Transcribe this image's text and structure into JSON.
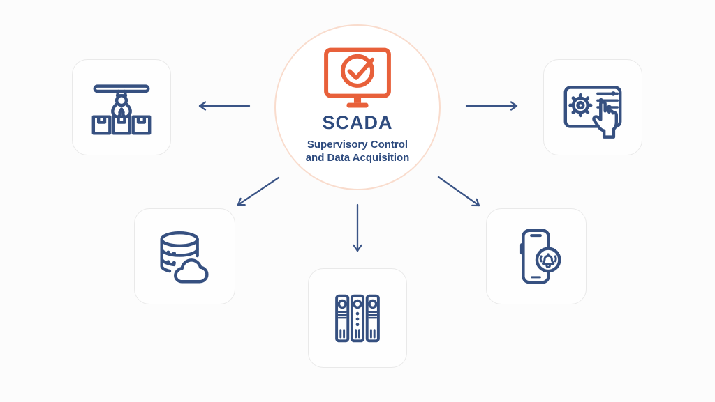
{
  "center": {
    "title": "SCADA",
    "subtitle_line1": "Supervisory Control",
    "subtitle_line2": "and Data Acquisition",
    "icon": "monitor-checkmark-icon"
  },
  "nodes": [
    {
      "id": "robotic-handling",
      "icon": "robotic-gripper-boxes-icon",
      "position": "top-left"
    },
    {
      "id": "control-panel",
      "icon": "control-panel-touch-icon",
      "position": "top-right"
    },
    {
      "id": "database-cloud",
      "icon": "database-cloud-icon",
      "position": "bottom-left"
    },
    {
      "id": "servers",
      "icon": "server-racks-icon",
      "position": "bottom-center"
    },
    {
      "id": "mobile-alerts",
      "icon": "phone-notification-bell-icon",
      "position": "bottom-right"
    }
  ],
  "arrows": [
    {
      "from": "hub",
      "to": "robotic-handling",
      "direction": "left"
    },
    {
      "from": "hub",
      "to": "control-panel",
      "direction": "right"
    },
    {
      "from": "hub",
      "to": "database-cloud",
      "direction": "down-left"
    },
    {
      "from": "hub",
      "to": "servers",
      "direction": "down"
    },
    {
      "from": "hub",
      "to": "mobile-alerts",
      "direction": "down-right"
    }
  ],
  "colors": {
    "accent_orange": "#e8603a",
    "navy": "#365080",
    "text_navy": "#2e4b7e",
    "circle_border": "#f9dccd",
    "card_border": "#e9e9e9",
    "background": "#fcfcfc"
  }
}
